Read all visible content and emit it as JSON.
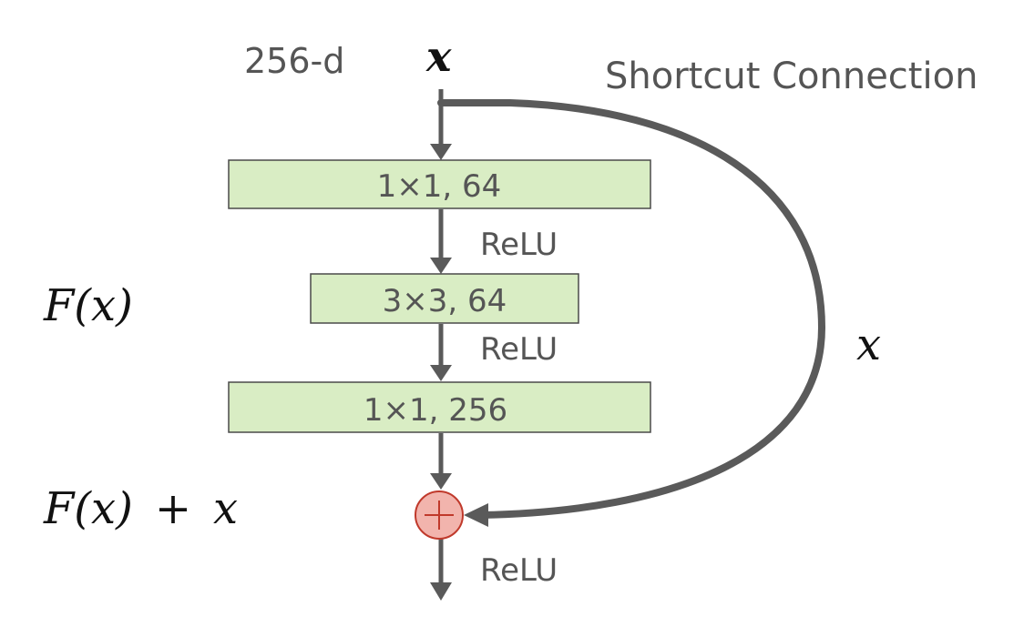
{
  "input": {
    "dim_label": "256-d",
    "symbol": "x"
  },
  "shortcut": {
    "label": "Shortcut Connection",
    "symbol": "x"
  },
  "layers": [
    {
      "text": "1×1, 64"
    },
    {
      "text": "3×3, 64"
    },
    {
      "text": "1×1, 256"
    }
  ],
  "activations": [
    "ReLU",
    "ReLU",
    "ReLU"
  ],
  "annotations": {
    "residual_function": "F(x)",
    "block_output": {
      "f_part": "F(x)",
      "op": "+",
      "x_part": "x"
    }
  },
  "colors": {
    "layer_fill": "#d9edc4",
    "add_node_fill": "#f2b4ad",
    "arrow": "#5a5a5a"
  }
}
